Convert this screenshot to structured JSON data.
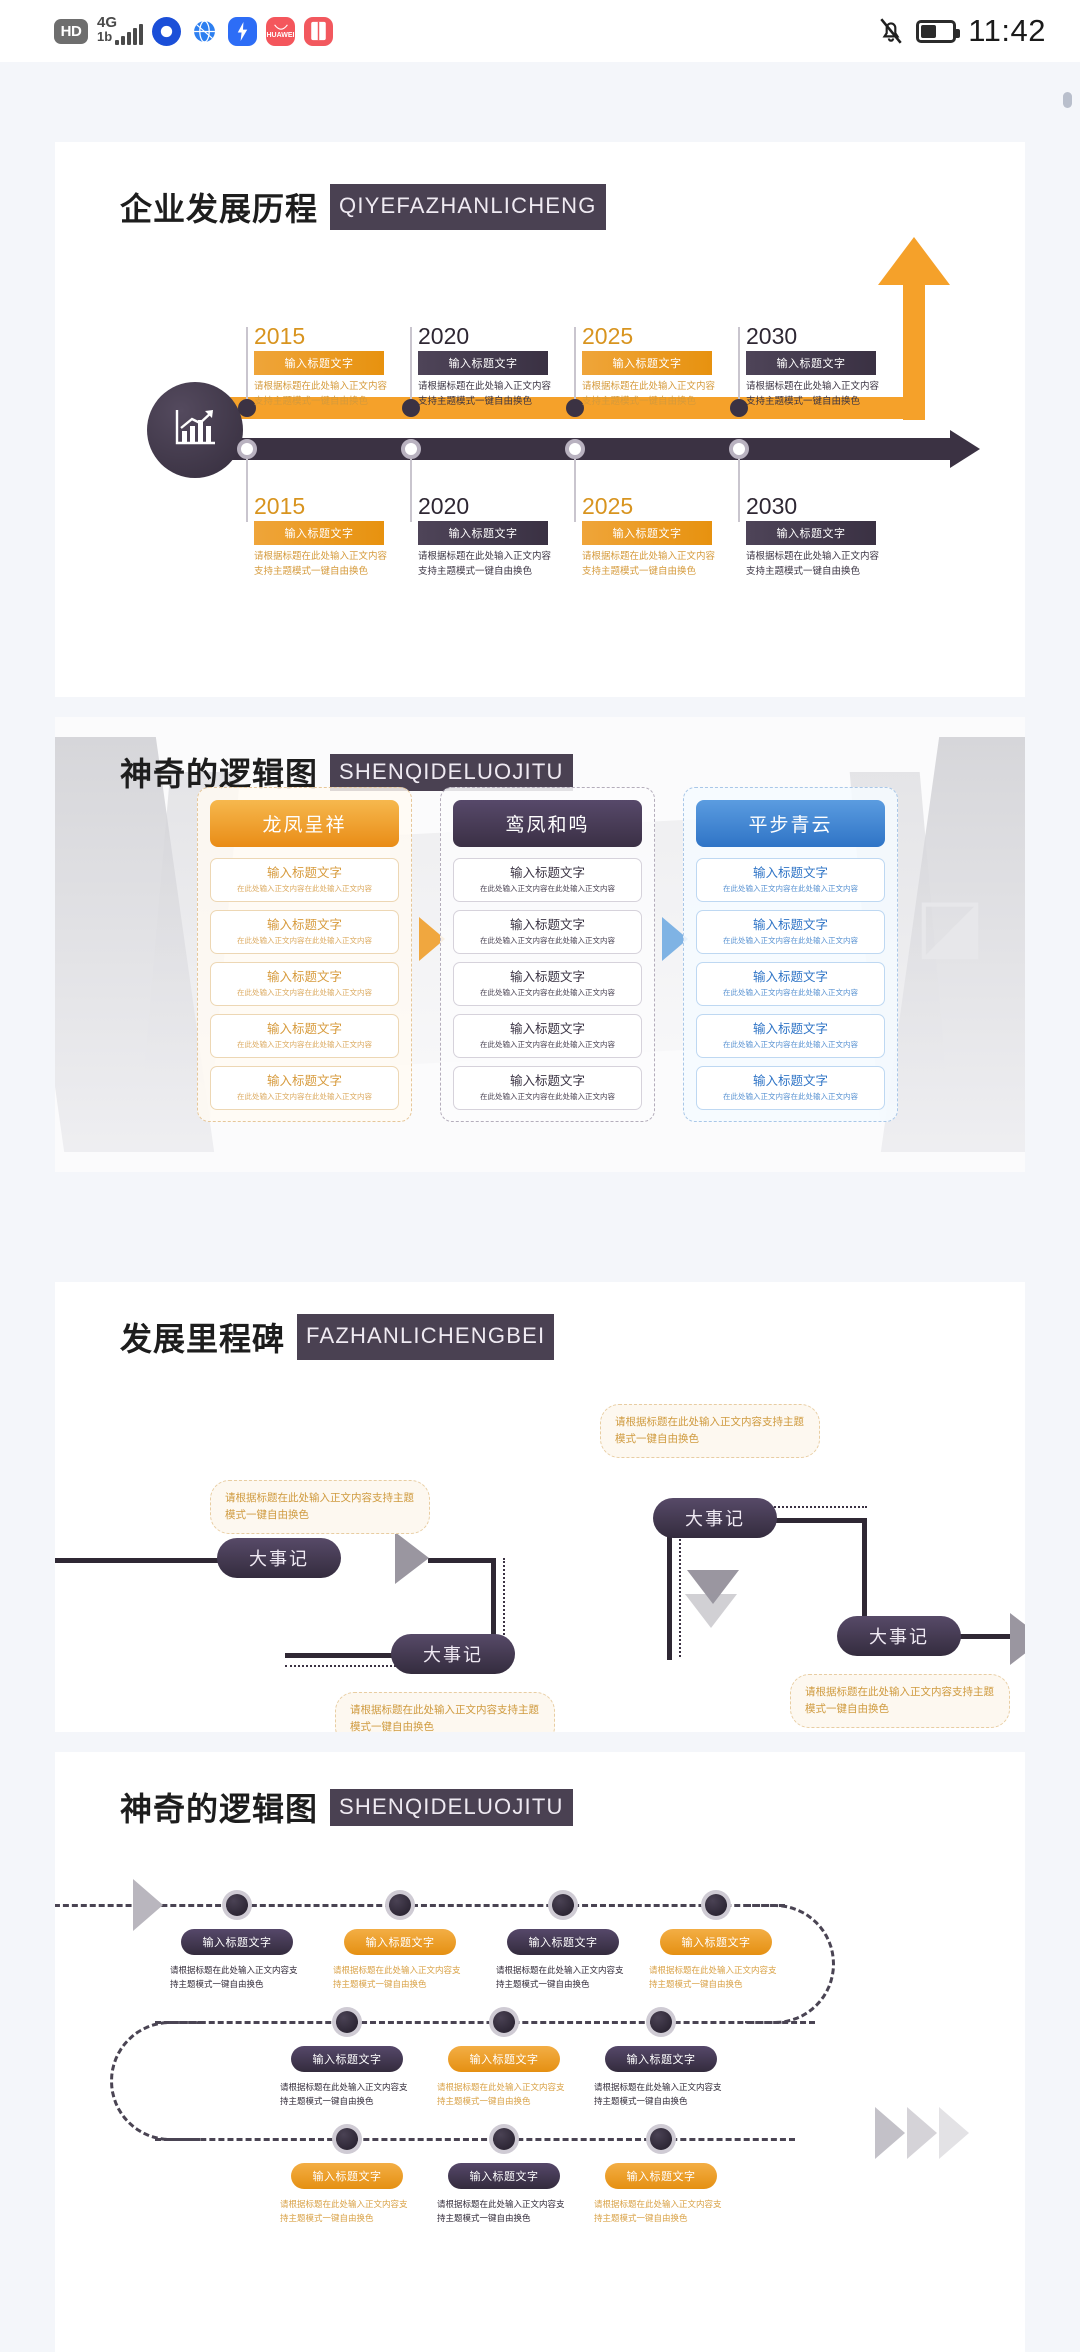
{
  "statusbar": {
    "hd_label": "HD",
    "network_gen": "4G",
    "network_sub": "1b",
    "icons": [
      "hd-badge",
      "signal-bars",
      "qq-icon",
      "browser-icon",
      "flash-icon",
      "huawei-icon",
      "book-icon",
      "mute-bell-icon",
      "battery-icon"
    ],
    "huawei_label": "HUAWEI",
    "time": "11:42"
  },
  "slide1": {
    "title_cn": "企业发展历程",
    "title_en": "QIYEFAZHANLICHENG",
    "top_items": [
      {
        "year": "2015",
        "tag": "输入标题文字",
        "body": "请根据标题在此处输入正文内容支持主题模式一键自由换色",
        "color": "orange"
      },
      {
        "year": "2020",
        "tag": "输入标题文字",
        "body": "请根据标题在此处输入正文内容支持主题模式一键自由换色",
        "color": "dark"
      },
      {
        "year": "2025",
        "tag": "输入标题文字",
        "body": "请根据标题在此处输入正文内容支持主题模式一键自由换色",
        "color": "orange"
      },
      {
        "year": "2030",
        "tag": "输入标题文字",
        "body": "请根据标题在此处输入正文内容支持主题模式一键自由换色",
        "color": "dark"
      }
    ],
    "bottom_items": [
      {
        "year": "2015",
        "tag": "输入标题文字",
        "body": "请根据标题在此处输入正文内容支持主题模式一键自由换色",
        "color": "orange"
      },
      {
        "year": "2020",
        "tag": "输入标题文字",
        "body": "请根据标题在此处输入正文内容支持主题模式一键自由换色",
        "color": "dark"
      },
      {
        "year": "2025",
        "tag": "输入标题文字",
        "body": "请根据标题在此处输入正文内容支持主题模式一键自由换色",
        "color": "orange"
      },
      {
        "year": "2030",
        "tag": "输入标题文字",
        "body": "请根据标题在此处输入正文内容支持主题模式一键自由换色",
        "color": "dark"
      }
    ],
    "badge_icon": "bar-chart-growth-icon",
    "colors": {
      "orange": "#f5a12a",
      "dark": "#3b3243"
    }
  },
  "slide2": {
    "title_cn": "神奇的逻辑图",
    "title_en": "SHENQIDELUOJITU",
    "columns": [
      {
        "header": "龙凤呈祥",
        "theme": "orange",
        "rows": [
          {
            "title": "输入标题文字",
            "body": "在此处输入正文内容在此处输入正文内容"
          },
          {
            "title": "输入标题文字",
            "body": "在此处输入正文内容在此处输入正文内容"
          },
          {
            "title": "输入标题文字",
            "body": "在此处输入正文内容在此处输入正文内容"
          },
          {
            "title": "输入标题文字",
            "body": "在此处输入正文内容在此处输入正文内容"
          },
          {
            "title": "输入标题文字",
            "body": "在此处输入正文内容在此处输入正文内容"
          }
        ]
      },
      {
        "header": "鸾凤和鸣",
        "theme": "dark",
        "rows": [
          {
            "title": "输入标题文字",
            "body": "在此处输入正文内容在此处输入正文内容"
          },
          {
            "title": "输入标题文字",
            "body": "在此处输入正文内容在此处输入正文内容"
          },
          {
            "title": "输入标题文字",
            "body": "在此处输入正文内容在此处输入正文内容"
          },
          {
            "title": "输入标题文字",
            "body": "在此处输入正文内容在此处输入正文内容"
          },
          {
            "title": "输入标题文字",
            "body": "在此处输入正文内容在此处输入正文内容"
          }
        ]
      },
      {
        "header": "平步青云",
        "theme": "blue",
        "rows": [
          {
            "title": "输入标题文字",
            "body": "在此处输入正文内容在此处输入正文内容"
          },
          {
            "title": "输入标题文字",
            "body": "在此处输入正文内容在此处输入正文内容"
          },
          {
            "title": "输入标题文字",
            "body": "在此处输入正文内容在此处输入正文内容"
          },
          {
            "title": "输入标题文字",
            "body": "在此处输入正文内容在此处输入正文内容"
          },
          {
            "title": "输入标题文字",
            "body": "在此处输入正文内容在此处输入正文内容"
          }
        ]
      }
    ]
  },
  "slide3": {
    "title_cn": "发展里程碑",
    "title_en": "FAZHANLICHENGBEI",
    "nodes": [
      {
        "label": "大事记",
        "note": "请根据标题在此处输入正文内容支持主题模式一键自由换色"
      },
      {
        "label": "大事记",
        "note": "请根据标题在此处输入正文内容支持主题模式一键自由换色"
      },
      {
        "label": "大事记",
        "note": "请根据标题在此处输入正文内容支持主题模式一键自由换色"
      },
      {
        "label": "大事记",
        "note": "请根据标题在此处输入正文内容支持主题模式一键自由换色"
      }
    ]
  },
  "slide4": {
    "title_cn": "神奇的逻辑图",
    "title_en": "SHENQIDELUOJITU",
    "row1": [
      {
        "tag": "输入标题文字",
        "body": "请根据标题在此处输入正文内容支持主题模式一键自由换色",
        "theme": "dark"
      },
      {
        "tag": "输入标题文字",
        "body": "请根据标题在此处输入正文内容支持主题模式一键自由换色",
        "theme": "orange"
      },
      {
        "tag": "输入标题文字",
        "body": "请根据标题在此处输入正文内容支持主题模式一键自由换色",
        "theme": "dark"
      },
      {
        "tag": "输入标题文字",
        "body": "请根据标题在此处输入正文内容支持主题模式一键自由换色",
        "theme": "orange"
      }
    ],
    "row2": [
      {
        "tag": "输入标题文字",
        "body": "请根据标题在此处输入正文内容支持主题模式一键自由换色",
        "theme": "dark"
      },
      {
        "tag": "输入标题文字",
        "body": "请根据标题在此处输入正文内容支持主题模式一键自由换色",
        "theme": "orange"
      },
      {
        "tag": "输入标题文字",
        "body": "请根据标题在此处输入正文内容支持主题模式一键自由换色",
        "theme": "dark"
      }
    ],
    "row3": [
      {
        "tag": "输入标题文字",
        "body": "请根据标题在此处输入正文内容支持主题模式一键自由换色",
        "theme": "orange"
      },
      {
        "tag": "输入标题文字",
        "body": "请根据标题在此处输入正文内容支持主题模式一键自由换色",
        "theme": "dark"
      },
      {
        "tag": "输入标题文字",
        "body": "请根据标题在此处输入正文内容支持主题模式一键自由换色",
        "theme": "orange"
      }
    ]
  }
}
